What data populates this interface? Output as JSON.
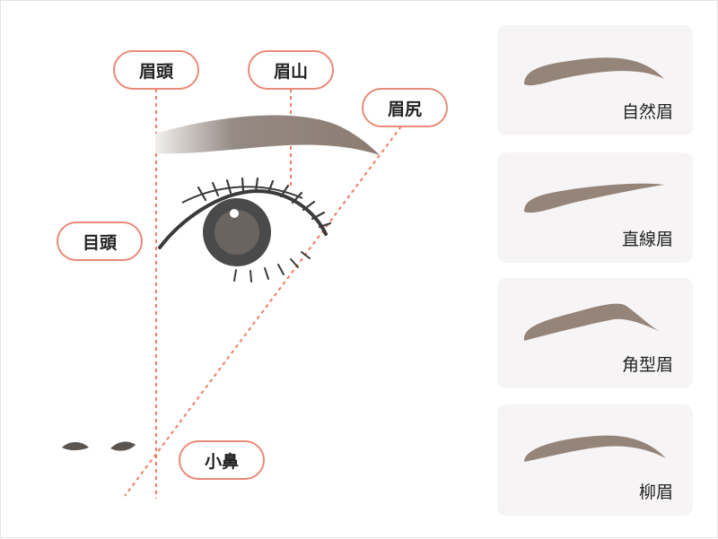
{
  "labels": {
    "brow_head": "眉頭",
    "brow_peak": "眉山",
    "brow_tail": "眉尻",
    "eye_inner": "目頭",
    "nose_wing": "小鼻"
  },
  "brow_types": [
    {
      "name": "自然眉"
    },
    {
      "name": "直線眉"
    },
    {
      "name": "角型眉"
    },
    {
      "name": "柳眉"
    }
  ],
  "colors": {
    "guide": "#ef7e64",
    "label_border": "#e88a78",
    "brow": "#948479",
    "brow_dark": "#8c7c71",
    "eye_line": "#3b3b3b",
    "iris": "#4a4a4a",
    "pupil": "#6a6461",
    "card_bg": "#f6f4f4"
  }
}
